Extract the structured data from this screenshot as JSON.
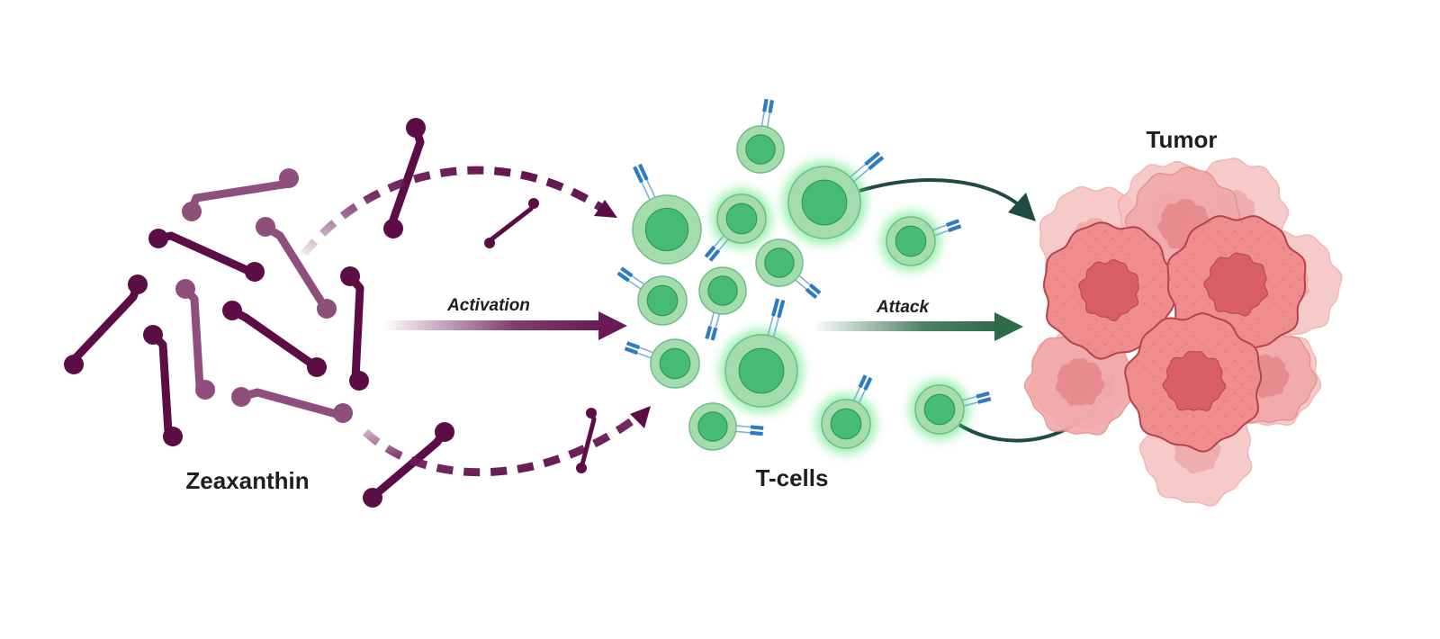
{
  "labels": {
    "zeaxanthin": "Zeaxanthin",
    "tcells": "T-cells",
    "tumor": "Tumor",
    "activation": "Activation",
    "attack": "Attack"
  },
  "colors": {
    "molecule_dark": "#5c0d45",
    "molecule_mid": "#7a3a66",
    "molecule_light": "#8e4f7c",
    "tcell_outer": "#a5dcae",
    "tcell_nucleus": "#45bb73",
    "tcell_glow": "#3fe06a",
    "receptor": "#2c7bc4",
    "attack_arrow": "#1f4a45",
    "attack_straight": "#2e6b47",
    "tumor_cell": "#ef8d8d",
    "tumor_nucleus": "#d95f64",
    "tumor_faded": "#f6c1c1"
  },
  "icons": [
    "zeaxanthin-molecule-icon",
    "t-cell-icon",
    "tcr-receptor-icon",
    "tumor-cell-icon"
  ]
}
